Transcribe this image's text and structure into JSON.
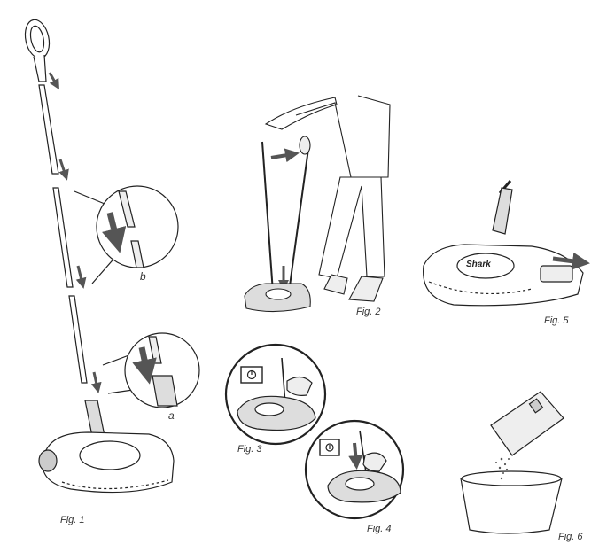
{
  "figures": [
    {
      "id": "fig1",
      "caption": "Fig. 1",
      "callouts": [
        "b",
        "a"
      ]
    },
    {
      "id": "fig2",
      "caption": "Fig. 2"
    },
    {
      "id": "fig3",
      "caption": "Fig. 3",
      "icon": "power-symbol"
    },
    {
      "id": "fig4",
      "caption": "Fig. 4",
      "icon": "download-arrow-symbol"
    },
    {
      "id": "fig5",
      "caption": "Fig. 5",
      "brand": "Shark"
    },
    {
      "id": "fig6",
      "caption": "Fig. 6"
    }
  ],
  "colors": {
    "ink": "#222222",
    "arrow": "#555555",
    "fill": "#e6e6e6"
  }
}
